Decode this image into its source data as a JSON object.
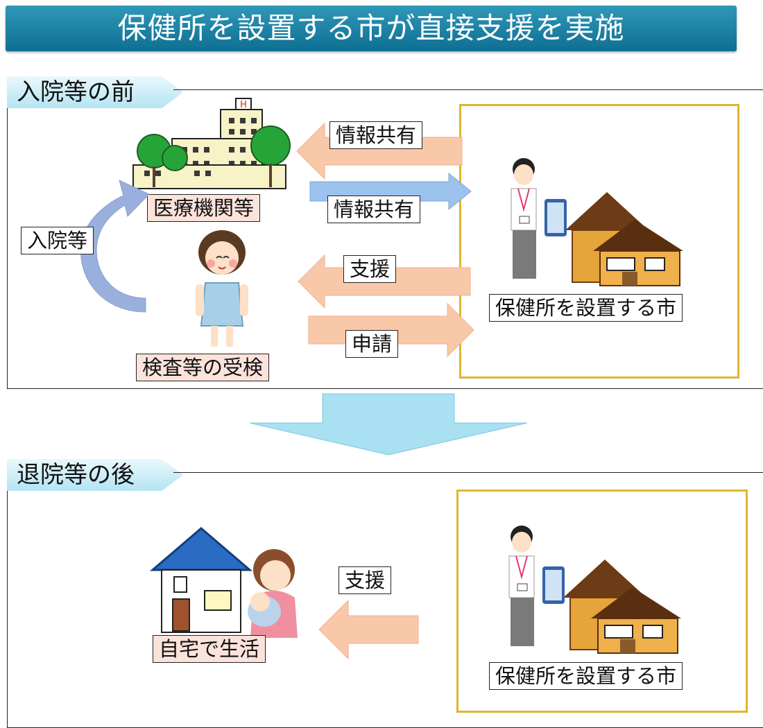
{
  "title": "保健所を設置する市が直接支援を実施",
  "before": {
    "tab": "入院等の前",
    "hospital_label": "医療機関等",
    "admission_label": "入院等",
    "patient_label": "検査等の受検",
    "city_label": "保健所を設置する市",
    "arrows": {
      "share_to_hospital": "情報共有",
      "share_to_city": "情報共有",
      "support": "支援",
      "application": "申請"
    }
  },
  "after": {
    "tab": "退院等の後",
    "home_label": "自宅で生活",
    "support": "支援",
    "city_label": "保健所を設置する市"
  },
  "colors": {
    "banner": "#1f86aa",
    "orange_arrow": "#f9c8a8",
    "blue_arrow": "#9cc3ee",
    "city_frame": "#e0b52c"
  }
}
